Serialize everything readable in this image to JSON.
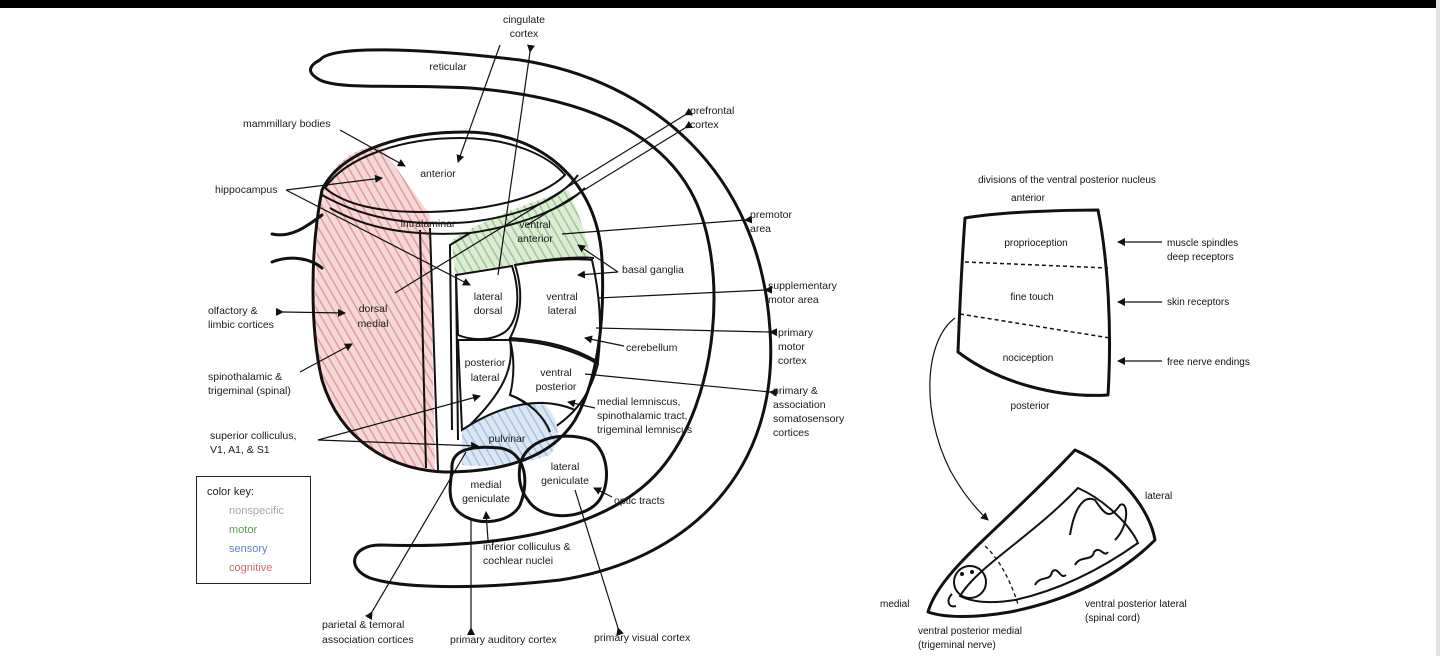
{
  "colors": {
    "nonspecific": "#bdbdbd",
    "motor": "#5e9e55",
    "sensory": "#5b84c0",
    "cognitive": "#d06a6a",
    "fill_motor": "#cfe5c6",
    "fill_sensory": "#c9d9ee",
    "fill_cognitive": "#f2c9c9",
    "fill_nonspecific": "#e4e4e4"
  },
  "key": {
    "title": "color key:",
    "items": [
      {
        "label": "nonspecific",
        "color": "#a8a8a8"
      },
      {
        "label": "motor",
        "color": "#5e9e55"
      },
      {
        "label": "sensory",
        "color": "#5b84c0"
      },
      {
        "label": "cognitive",
        "color": "#d06a6a"
      }
    ]
  },
  "nuclei": {
    "reticular": "reticular",
    "anterior": "anterior",
    "intralaminar": "intralaminar",
    "ventral_anterior": [
      "ventral",
      "anterior"
    ],
    "lateral_dorsal": [
      "lateral",
      "dorsal"
    ],
    "ventral_lateral": [
      "ventral",
      "lateral"
    ],
    "dorsal_medial": [
      "dorsal",
      "medial"
    ],
    "lateral_posterior": [
      "posterior",
      "lateral"
    ],
    "ventral_posterior": [
      "ventral",
      "posterior"
    ],
    "pulvinar": "pulvinar",
    "medial_geniculate": [
      "medial",
      "geniculate"
    ],
    "lateral_geniculate": [
      "lateral",
      "geniculate"
    ]
  },
  "labels": {
    "cingulate_cortex": [
      "cingulate",
      "cortex"
    ],
    "mammillary_bodies": "mammillary bodies",
    "hippocampus": "hippocampus",
    "prefrontal_cortex": [
      "prefrontal",
      "cortex"
    ],
    "premotor_area": [
      "premotor",
      "area"
    ],
    "basal_ganglia": "basal ganglia",
    "supplementary_motor_area": [
      "supplementary",
      "motor area"
    ],
    "olfactory_limbic": [
      "olfactory &",
      "limbic cortices"
    ],
    "primary_motor_cortex": [
      "primary",
      "motor",
      "cortex"
    ],
    "cerebellum": "cerebellum",
    "spinothalamic_trigeminal": [
      "spinothalamic &",
      "trigeminal (spinal)"
    ],
    "primary_association": [
      "primary &",
      "association",
      "somatosensory",
      "cortices"
    ],
    "medial_lemniscus": [
      "medial lemniscus,",
      "spinothalamic tract,",
      "trigeminal lemniscus"
    ],
    "superior_colliculus": [
      "superior colliculus,",
      "V1, A1, & S1"
    ],
    "optic_tracts": "optic tracts",
    "inferior_colliculus": [
      "inferior colliculus &",
      "cochlear nuclei"
    ],
    "parietal_temporal": [
      "parietal & temoral",
      "association cortices"
    ],
    "primary_auditory": "primary auditory cortex",
    "primary_visual": "primary visual cortex"
  },
  "vp": {
    "title": "divisions of the ventral posterior nucleus",
    "top": "anterior",
    "bottom": "posterior",
    "zones": [
      "proprioception",
      "fine touch",
      "nociception"
    ],
    "inputs": [
      [
        "muscle spindles",
        "deep receptors"
      ],
      [
        "skin receptors"
      ],
      [
        "free nerve endings"
      ]
    ],
    "section": {
      "lateral": "lateral",
      "medial": "medial",
      "vpl": [
        "ventral posterior lateral",
        "(spinal cord)"
      ],
      "vpm": [
        "ventral posterior medial",
        "(trigeminal nerve)"
      ]
    }
  }
}
